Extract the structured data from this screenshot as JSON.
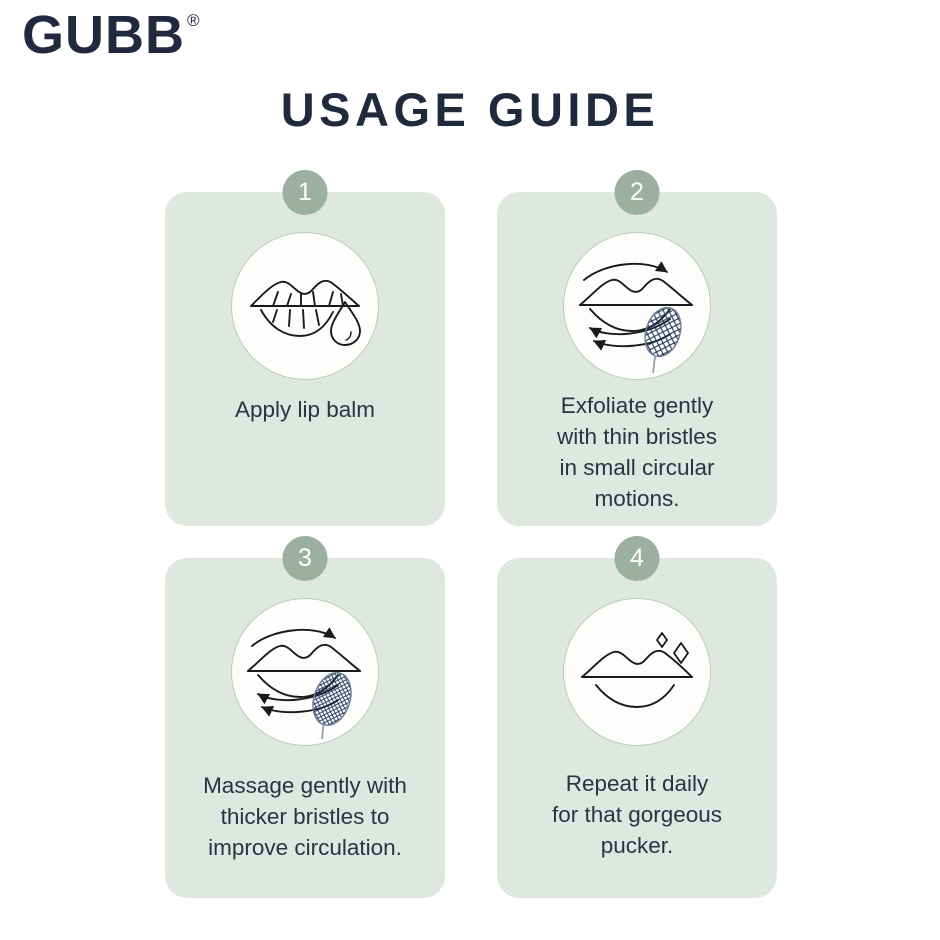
{
  "brand": {
    "name": "GUBB",
    "registered_mark": "®"
  },
  "header": {
    "title": "USAGE GUIDE"
  },
  "colors": {
    "card_background": "#dfe8e0",
    "badge_background": "#9cb0a2",
    "text": "#2a3343",
    "title": "#1f2a3d",
    "icon_circle_background": "#fdfdfb",
    "icon_circle_border": "#b9cbbd",
    "page_background": "#ffffff"
  },
  "steps": [
    {
      "number": "1",
      "icon": "lips-with-droplet-icon",
      "caption": "Apply lip balm"
    },
    {
      "number": "2",
      "icon": "lips-with-brush-and-arrows-icon",
      "caption": "Exfoliate gently\nwith thin bristles\nin small circular\nmotions."
    },
    {
      "number": "3",
      "icon": "lips-with-thick-brush-and-arrows-icon",
      "caption": "Massage gently with\nthicker bristles to\nimprove circulation."
    },
    {
      "number": "4",
      "icon": "lips-with-sparkles-icon",
      "caption": "Repeat it daily\nfor that gorgeous\npucker."
    }
  ]
}
